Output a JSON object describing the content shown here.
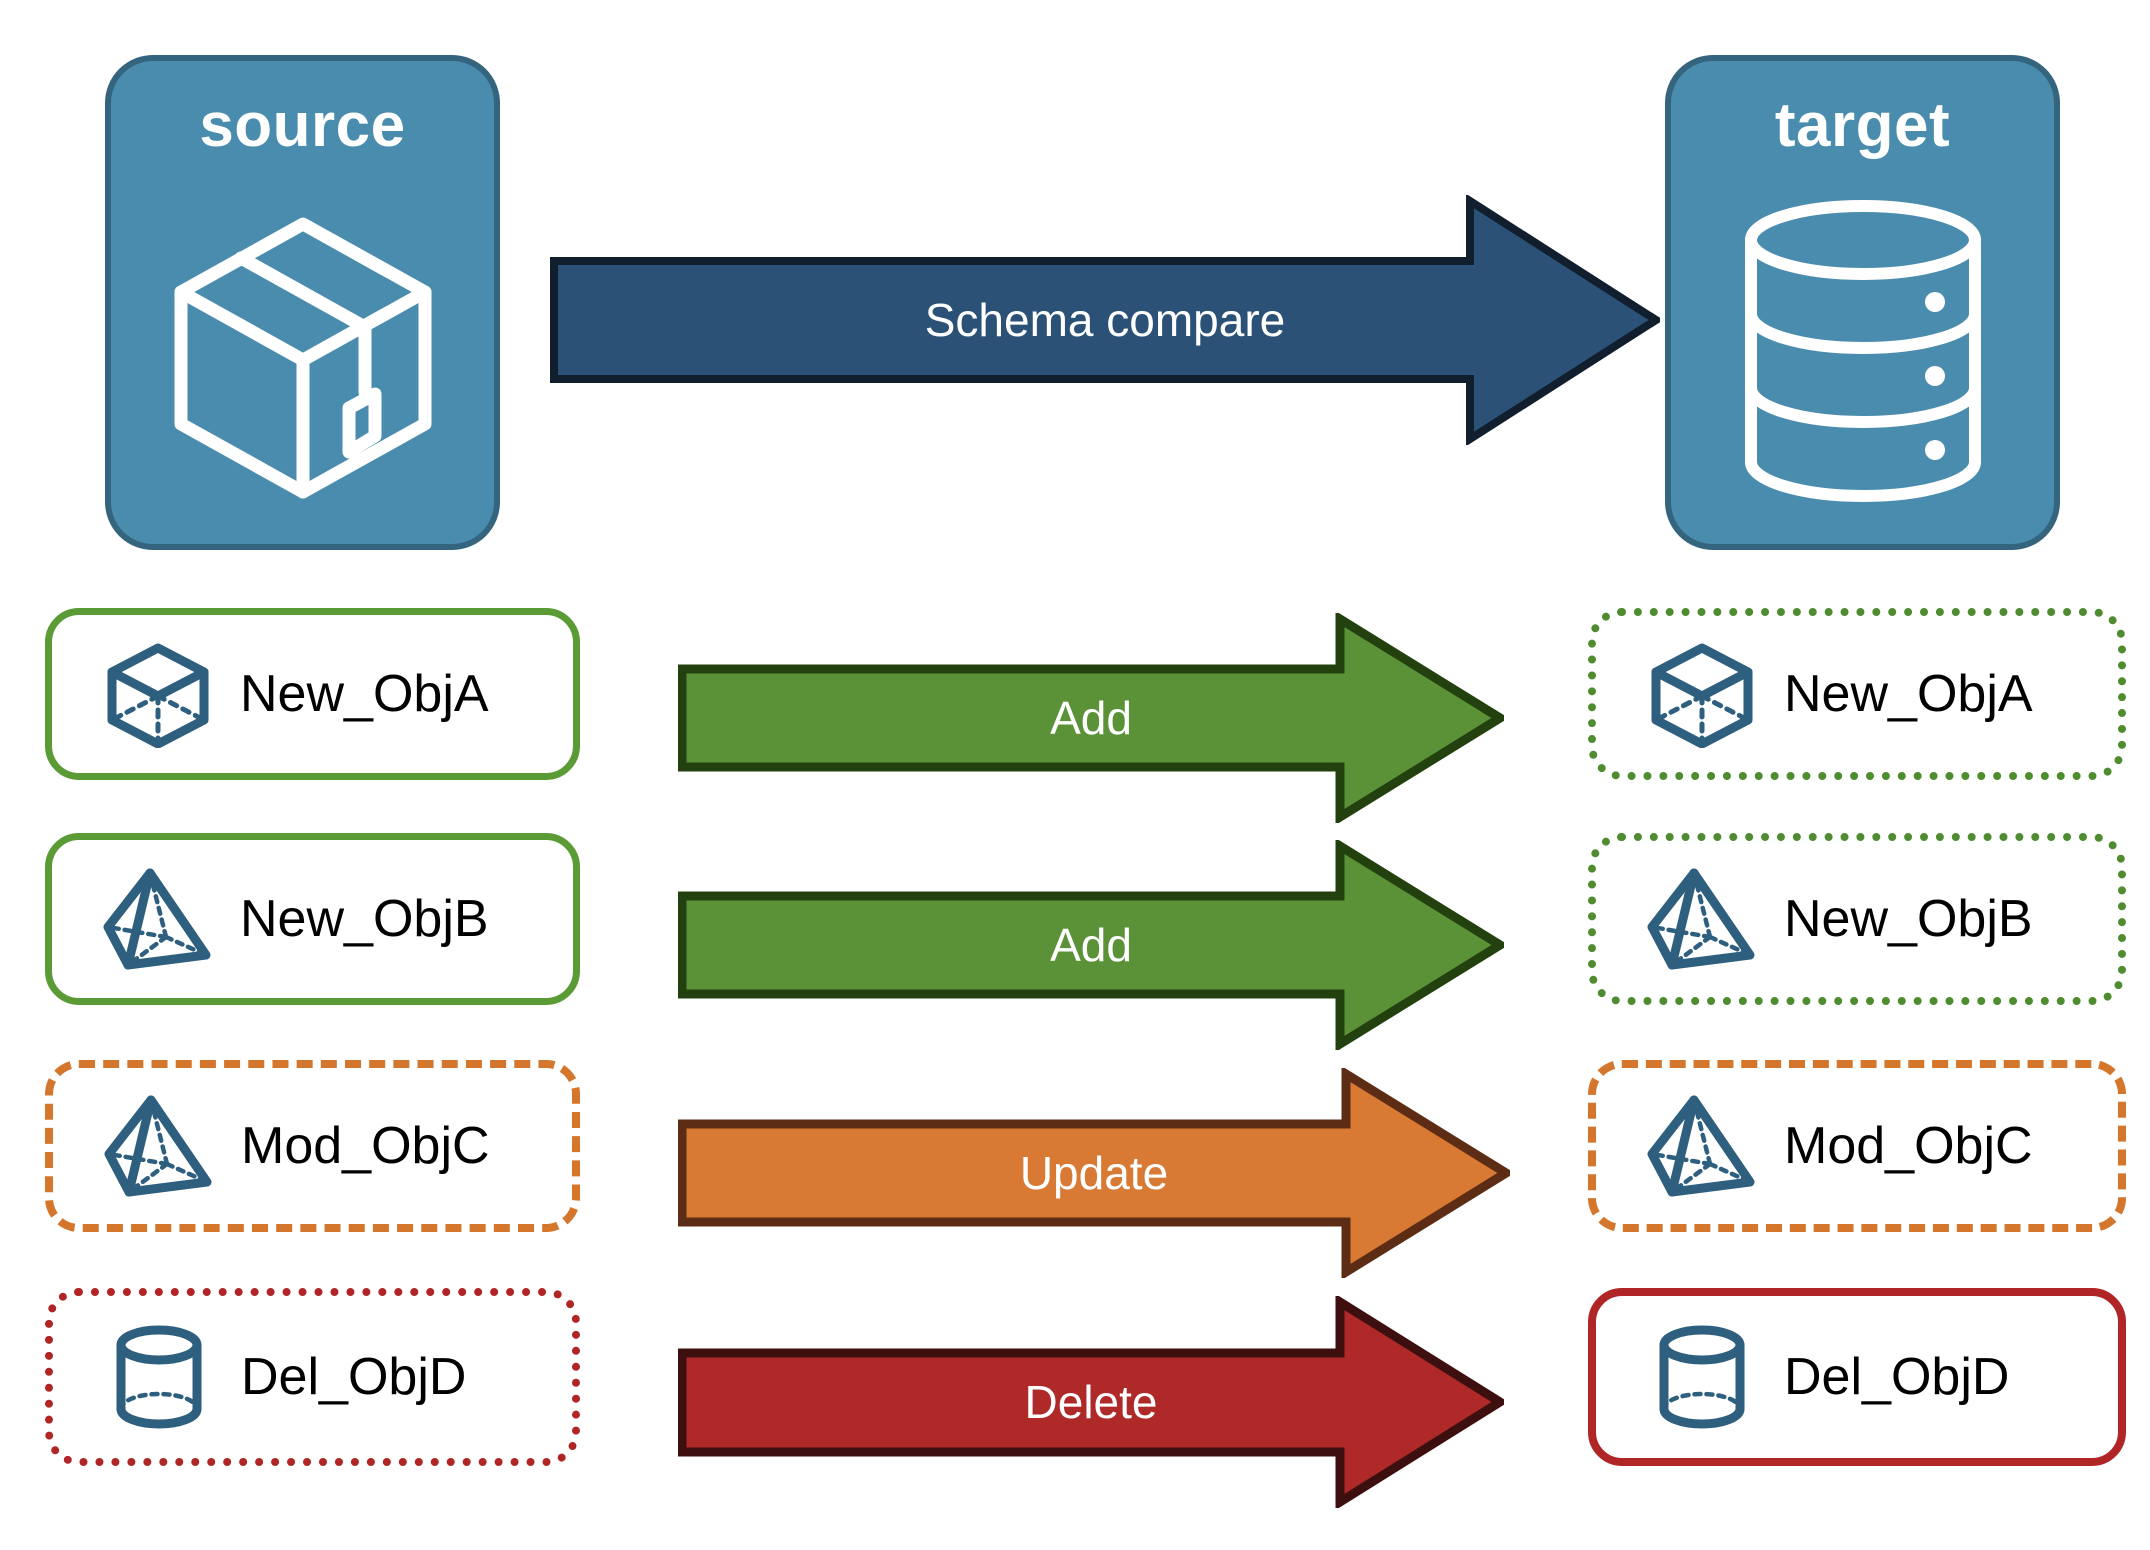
{
  "diagram": {
    "title": "Schema compare",
    "endpoints": [
      {
        "id": "source",
        "label": "source",
        "icon": "package-box-icon"
      },
      {
        "id": "target",
        "label": "target",
        "icon": "database-cylinder-icon"
      }
    ],
    "main_arrow": {
      "label": "Schema compare",
      "fill": "#2B5276",
      "stroke": "#101E2E"
    },
    "rows": [
      {
        "action": "Add",
        "arrow_fill": "#5B9238",
        "arrow_stroke": "#23400F",
        "source": {
          "label": "New_ObjA",
          "icon": "cube-wireframe-icon",
          "border_color": "#5B9B36",
          "border_style": "solid"
        },
        "target": {
          "label": "New_ObjA",
          "icon": "cube-wireframe-icon",
          "border_color": "#4E8C2F",
          "border_style": "dotted"
        }
      },
      {
        "action": "Add",
        "arrow_fill": "#5B9238",
        "arrow_stroke": "#23400F",
        "source": {
          "label": "New_ObjB",
          "icon": "pyramid-wireframe-icon",
          "border_color": "#5B9B36",
          "border_style": "solid"
        },
        "target": {
          "label": "New_ObjB",
          "icon": "pyramid-wireframe-icon",
          "border_color": "#4E8C2F",
          "border_style": "dotted"
        }
      },
      {
        "action": "Update",
        "arrow_fill": "#D97A34",
        "arrow_stroke": "#5C2D14",
        "source": {
          "label": "Mod_ObjC",
          "icon": "pyramid-wireframe-icon",
          "border_color": "#D4762C",
          "border_style": "dashed"
        },
        "target": {
          "label": "Mod_ObjC",
          "icon": "pyramid-wireframe-icon",
          "border_color": "#D4762C",
          "border_style": "dashed"
        }
      },
      {
        "action": "Delete",
        "arrow_fill": "#AF2929",
        "arrow_stroke": "#3D0F0F",
        "source": {
          "label": "Del_ObjD",
          "icon": "cylinder-wireframe-icon",
          "border_color": "#B02525",
          "border_style": "dotted"
        },
        "target": {
          "label": "Del_ObjD",
          "icon": "cylinder-wireframe-icon",
          "border_color": "#B02525",
          "border_style": "solid"
        }
      }
    ],
    "colors": {
      "endpoint_fill": "#4A8CAD",
      "endpoint_stroke": "#35647E",
      "icon_stroke": "#2E5F7F",
      "object_icon_stroke": "#2E5F7F"
    }
  }
}
